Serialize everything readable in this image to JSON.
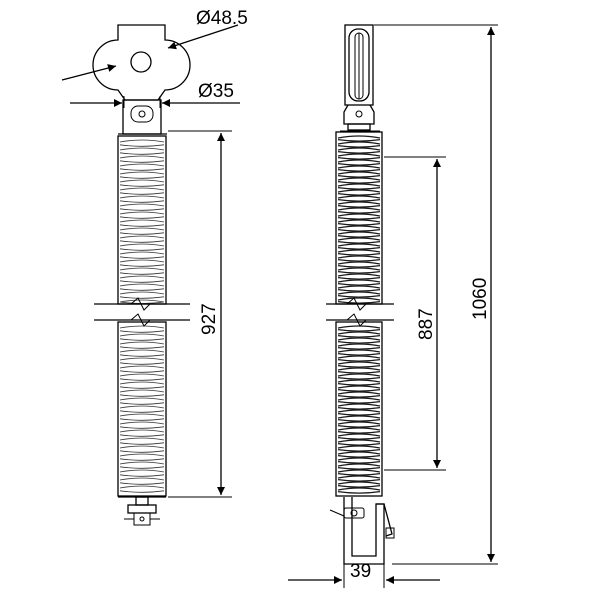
{
  "dimensions": {
    "pin_diameter": "Ø48.5",
    "clamp_diameter": "Ø35",
    "left_spring_length": "927",
    "right_spring_length": "887",
    "overall_length": "1060",
    "bracket_width": "39"
  }
}
